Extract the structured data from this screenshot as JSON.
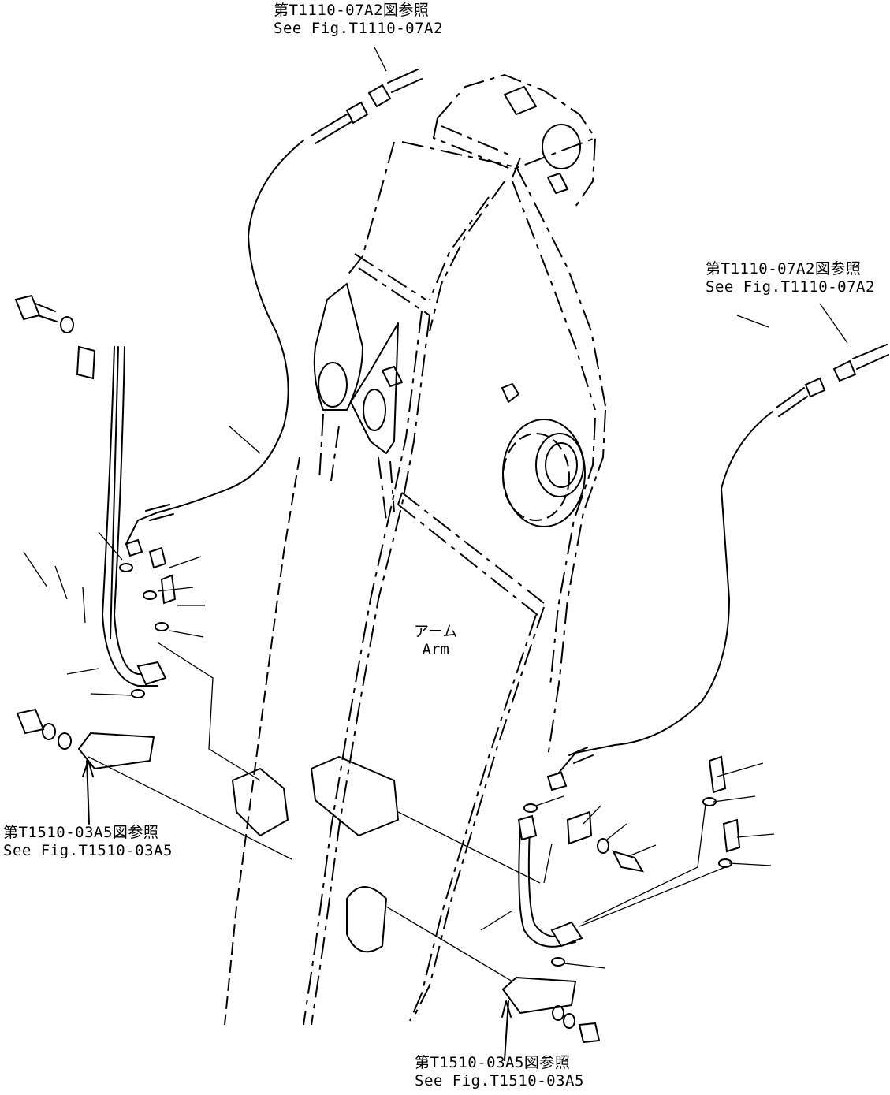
{
  "references": {
    "top": {
      "jp": "第T1110-07A2図参照",
      "en": "See Fig.T1110-07A2"
    },
    "right": {
      "jp": "第T1110-07A2図参照",
      "en": "See Fig.T1110-07A2"
    },
    "left_bottom": {
      "jp": "第T1510-03A5図参照",
      "en": "See Fig.T1510-03A5"
    },
    "bottom": {
      "jp": "第T1510-03A5図参照",
      "en": "See Fig.T1510-03A5"
    }
  },
  "part": {
    "jp": "アーム",
    "en": "Arm"
  }
}
